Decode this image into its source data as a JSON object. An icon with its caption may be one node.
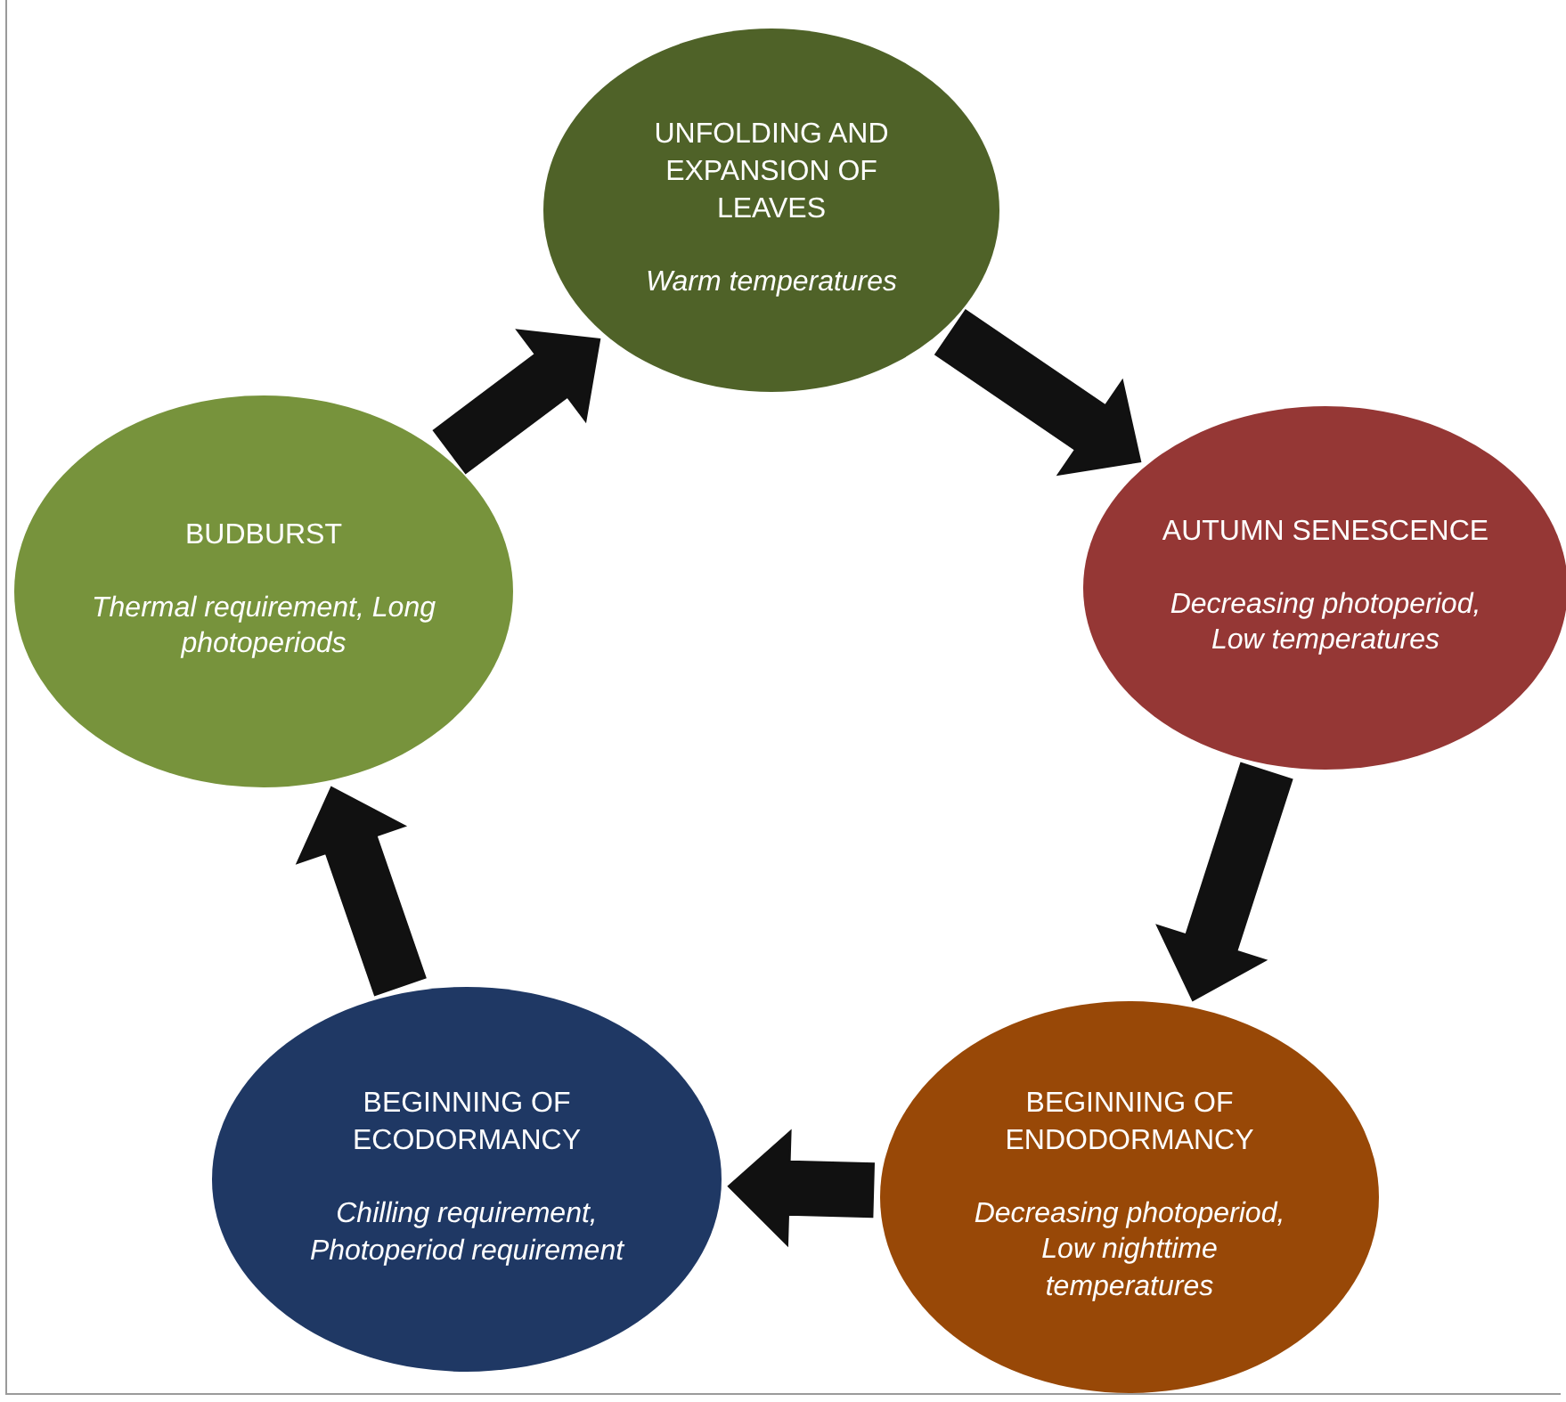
{
  "diagram": {
    "nodes": [
      {
        "text": [
          "UNFOLDING AND EXPANSION OF LEAVES",
          "Warm temperatures"
        ]
      },
      {
        "text": [
          "AUTUMN SENESCENCE",
          "Decreasing photoperiod, Low temperatures"
        ]
      },
      {
        "text": [
          "BEGINNING OF ENDODORMANCY",
          "Decreasing photoperiod, Low nighttime temperatures"
        ]
      },
      {
        "text": [
          "BEGINNING OF ECODORMANCY",
          "Chilling requirement, Photoperiod requirement"
        ]
      },
      {
        "text": [
          "BUDBURST",
          "Thermal requirement, Long photoperiods"
        ]
      }
    ],
    "edges": [
      {
        "from": 0,
        "to": 1,
        "arrow": "to"
      },
      {
        "from": 1,
        "to": 2,
        "arrow": "to"
      },
      {
        "from": 2,
        "to": 3,
        "arrow": "to"
      },
      {
        "from": 3,
        "to": 4,
        "arrow": "to"
      },
      {
        "from": 4,
        "to": 0,
        "arrow": "to"
      }
    ]
  }
}
